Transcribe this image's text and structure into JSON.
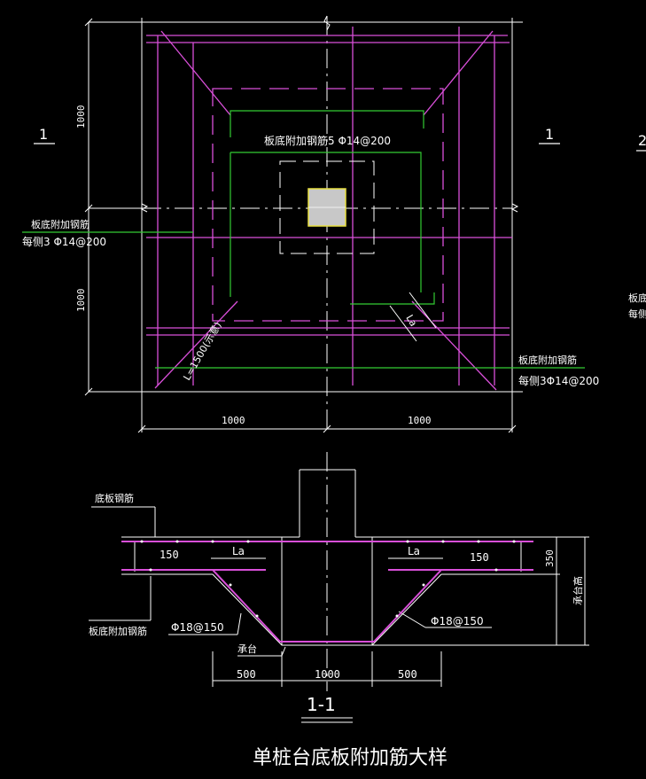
{
  "colors": {
    "background": "#000000",
    "dimension": "#ffffff",
    "rebar_magenta": "#d94fd9",
    "rebar_green": "#33cc33",
    "pile": "#c8c8c8",
    "pile_border": "#e8e040"
  },
  "plan": {
    "section_mark_left": "1",
    "section_mark_right": "1",
    "section_mark_partial": "2",
    "dim_top_left_vertical": "1000",
    "dim_bottom_left_vertical": "1000",
    "dim_bottom_left": "1000",
    "dim_bottom_right": "1000",
    "label_center_rebar": "板底附加钢筋5 Φ14@200",
    "label_left_line1": "板底附加钢筋",
    "label_left_line2": "每侧3 Φ14@200",
    "label_right_line1": "板底附加钢筋",
    "label_right_line2": "每侧3Φ14@200",
    "label_diagonal": "L=1500(示意)",
    "label_la": "La",
    "partial_right_line1": "板底",
    "partial_right_line2": "每侧"
  },
  "section": {
    "label_slab_rebar": "底板钢筋",
    "label_added_rebar": "板底附加钢筋",
    "label_150_left": "150",
    "label_150_right": "150",
    "label_la_left": "La",
    "label_la_right": "La",
    "label_bar_left": "Φ18@150",
    "label_bar_right": "Φ18@150",
    "label_cap": "承台",
    "dim_350": "350",
    "dim_cap_height": "承台高",
    "dim_bottom_left": "500",
    "dim_bottom_mid": "1000",
    "dim_bottom_right": "500",
    "section_title": "1-1"
  },
  "title": "单桩台底板附加筋大样"
}
